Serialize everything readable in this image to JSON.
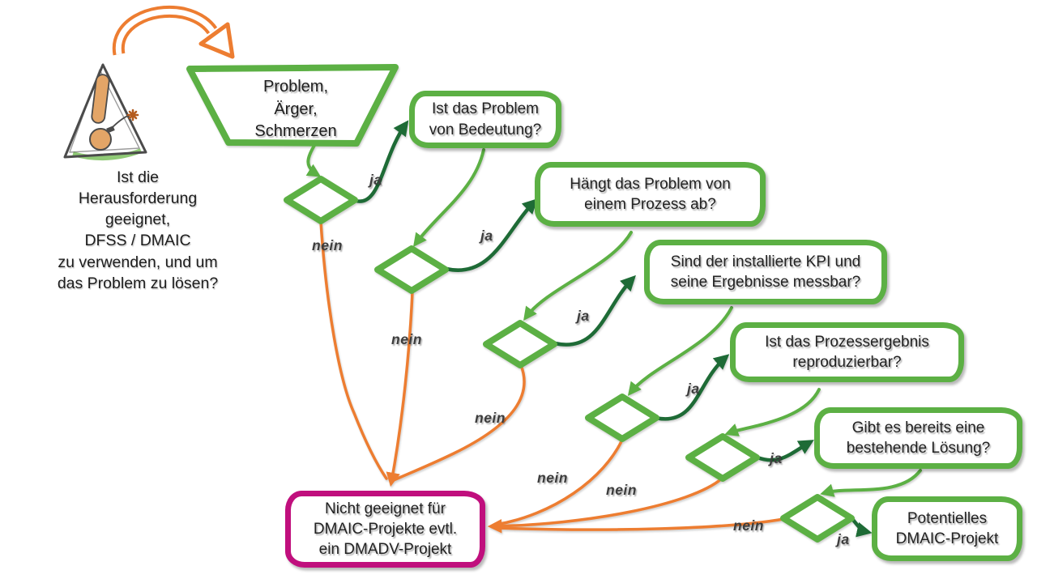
{
  "labels": {
    "yes": "ja",
    "no": "nein"
  },
  "intro": {
    "icon": "warning-bomb-icon",
    "caption": "Ist die\nHerausforderung\ngeeignet,\nDFSS / DMAIC\nzu verwenden, und um\ndas Problem zu lösen?"
  },
  "start": {
    "shape": "trapezoid",
    "text": "Problem,\nÄrger,\nSchmerzen"
  },
  "questions": [
    "Ist das Problem\nvon Bedeutung?",
    "Hängt das Problem von\neinem Prozess ab?",
    "Sind der installierte KPI und\nseine Ergebnisse messbar?",
    "Ist das Prozessergebnis\nreproduzierbar?",
    "Gibt es bereits eine\nbestehende Lösung?"
  ],
  "outcomes": {
    "negative": "Nicht geeignet für\nDMAIC-Projekte evtl.\nein DMADV-Projekt",
    "positive": "Potentielles\nDMAIC-Projekt"
  },
  "colors": {
    "green": "#5CB044",
    "dark-green": "#1E6B36",
    "orange": "#ED7D31",
    "magenta": "#C00F7D",
    "ink": "#222222"
  }
}
